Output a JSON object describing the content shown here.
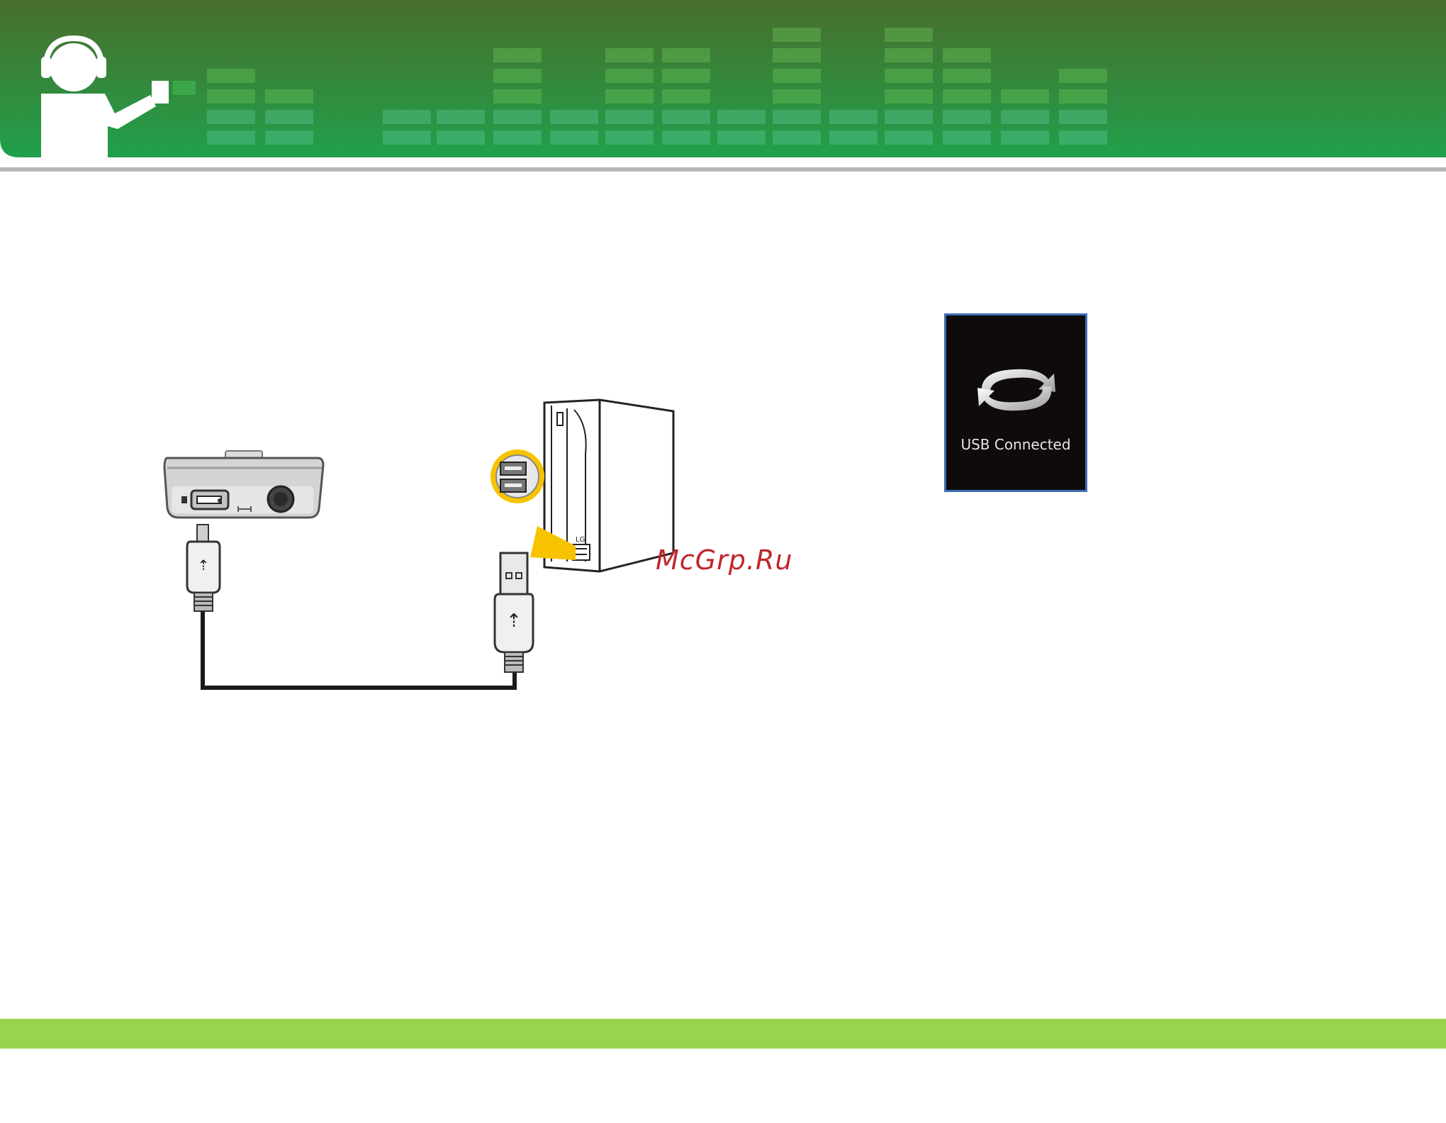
{
  "header": {
    "logo_icon": "headphone-person-icon",
    "equalizer_icon": "equalizer-bars-icon",
    "colors": {
      "banner_top": "#4a6d2c",
      "banner_bottom": "#1fa14b",
      "divider": "#b5b8b6"
    }
  },
  "diagram": {
    "player_icon": "mp3-player-icon",
    "mini_usb_icon": "mini-usb-plug-icon",
    "usb_plug_icon": "usb-a-plug-icon",
    "computer_icon": "desktop-computer-icon",
    "usb_port_icon": "usb-port-zoom-icon",
    "computer_brand": "LG"
  },
  "watermark": {
    "text": "McGrp.Ru"
  },
  "device_screen": {
    "icon": "sync-arrows-icon",
    "status": "USB Connected"
  },
  "footer": {
    "color": "#9ad34e"
  }
}
